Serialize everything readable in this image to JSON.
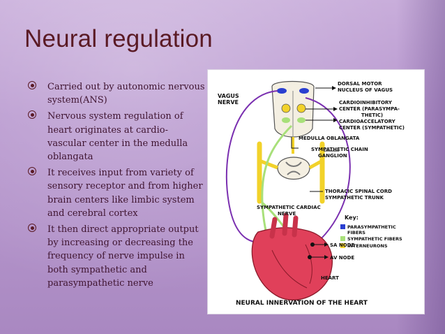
{
  "slide": {
    "title": "Neural regulation",
    "bullets": [
      "Carried out by autonomic nervous system(ANS)",
      "Nervous system regulation of heart originates at cardio-vascular center in the medulla oblangata",
      "It receives input from variety of sensory receptor and from higher brain centers like limbic system and cerebral cortex",
      "It then direct appropriate output by increasing or decreasing the frequency of nerve impulse in both sympathetic and parasympathetic nerve"
    ],
    "bullet_icon": "circle-dot-bullet-icon"
  },
  "figure": {
    "labels": {
      "vagus_1": "VAGUS",
      "vagus_2": "NERVE",
      "dorsal_1": "DORSAL MOTOR",
      "dorsal_2": "NUCLEUS OF VAGUS",
      "cardioinhib_1": "CARDIOINHIBITORY",
      "cardioinhib_2": "CENTER (PARASYMPA-",
      "cardioinhib_3": "THETIC)",
      "cardioaccel_1": "CARDIOACCELATORY",
      "cardioaccel_2": "CENTER (SYMPATHETIC)",
      "medulla": "MEDULLA OBLANGATA",
      "chain_1": "SYMPATHETIC CHAIN",
      "chain_2": "GANGLION",
      "thoracic": "THORACIC SPINAL CORD",
      "trunk": "SYMPATHETIC TRUNK",
      "card_nerve_1": "SYMPATHETIC CARDIAC",
      "card_nerve_2": "NERVE",
      "key": "Key:",
      "key_para_1": "PARASYMPATHETIC",
      "key_para_2": "FIBERS",
      "key_symp": "SYMPATHETIC FIBERS",
      "key_inter": "INTERNEURONS",
      "sa_node": "SA NODE",
      "av_node": "AV NODE",
      "heart": "HEART",
      "caption": "NEURAL INNERVATION OF THE HEART"
    },
    "colors": {
      "parasympathetic": "#2a3fd0",
      "sympathetic": "#a8e07a",
      "interneurons": "#f2d22a",
      "heart": "#e0405a",
      "vagus": "#7a2fb0"
    }
  }
}
